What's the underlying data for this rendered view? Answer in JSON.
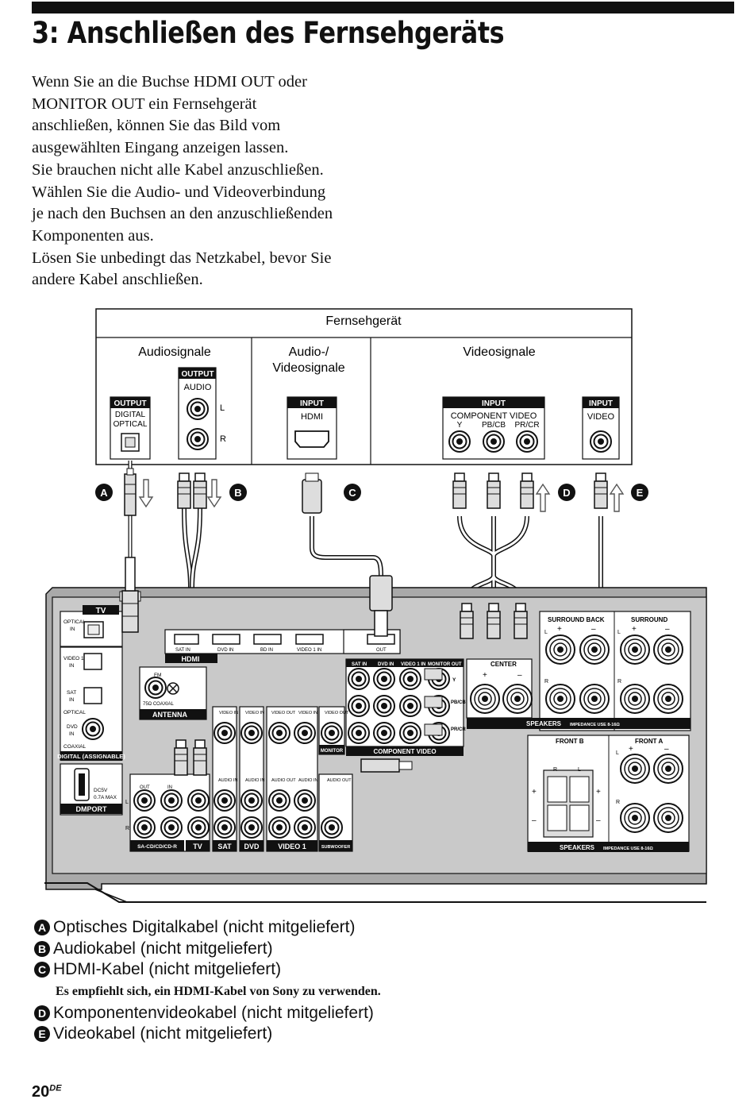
{
  "title": "3: Anschließen des Fernsehgeräts",
  "intro": [
    "Wenn Sie an die Buchse HDMI OUT oder",
    "MONITOR OUT ein Fernsehgerät",
    "anschließen, können Sie das Bild vom",
    "ausgewählten Eingang anzeigen lassen.",
    "Sie brauchen nicht alle Kabel anzuschließen.",
    "Wählen Sie die Audio- und Videoverbindung",
    "je nach den Buchsen an den anzuschließenden",
    "Komponenten aus.",
    "Lösen Sie unbedingt das Netzkabel, bevor Sie",
    "andere Kabel anschließen."
  ],
  "tv_box": {
    "header": "Fernsehgerät",
    "col_audio": "Audiosignale",
    "col_av_1": "Audio-/",
    "col_av_2": "Videosignale",
    "col_video": "Videosignale",
    "output": "OUTPUT",
    "digital": "DIGITAL",
    "optical": "OPTICAL",
    "audio": "AUDIO",
    "input": "INPUT",
    "hdmi": "HDMI",
    "component_video": "COMPONENT VIDEO",
    "y": "Y",
    "pb": "PB/CB",
    "pr": "PR/CR",
    "video": "VIDEO",
    "l": "L",
    "r": "R"
  },
  "cable_badges": [
    "A",
    "B",
    "C",
    "D",
    "E"
  ],
  "receiver": {
    "tv_label": "TV",
    "optical_in": "OPTICAL",
    "in": "IN",
    "video1_in": "VIDEO 1",
    "sat_in": "SAT",
    "optical": "OPTICAL",
    "dvd_in": "DVD",
    "coaxial": "COAXIAL",
    "digital_assignable": "DIGITAL (ASSIGNABLE)",
    "dmport": "DMPORT",
    "dc": "DC5V",
    "dc_max": "0.7A MAX",
    "hdmi": "HDMI",
    "hdmi_sat": "SAT IN",
    "hdmi_dvd": "DVD IN",
    "hdmi_bd": "BD IN",
    "hdmi_video1": "VIDEO 1 IN",
    "hdmi_out": "OUT",
    "fm": "FM",
    "coax75": "75Ω COAXIAL",
    "antenna": "ANTENNA",
    "comp_sat": "SAT IN",
    "comp_dvd": "DVD IN",
    "comp_video1": "VIDEO 1 IN",
    "comp_monitor": "MONITOR OUT",
    "comp_y": "Y",
    "comp_pb": "PB/CB",
    "comp_pr": "PR/CR",
    "component_video": "COMPONENT VIDEO",
    "video_in": "VIDEO IN",
    "video_out": "VIDEO OUT",
    "audio_in": "AUDIO IN",
    "audio_out": "AUDIO OUT",
    "monitor": "MONITOR",
    "out": "OUT",
    "in_label": "IN",
    "sacd": "SA-CD/CD/CD-R",
    "tv": "TV",
    "sat": "SAT",
    "dvd": "DVD",
    "video1": "VIDEO 1",
    "subwoofer": "SUBWOOFER",
    "surround_back": "SURROUND BACK",
    "surround": "SURROUND",
    "center": "CENTER",
    "front_b": "FRONT B",
    "front_a": "FRONT A",
    "speakers": "SPEAKERS",
    "impedance": "IMPEDANCE USE 8-16Ω",
    "plus": "+",
    "minus": "–",
    "l": "L",
    "r": "R"
  },
  "legend": [
    {
      "badge": "A",
      "text": "Optisches Digitalkabel (nicht mitgeliefert)"
    },
    {
      "badge": "B",
      "text": "Audiokabel (nicht mitgeliefert)"
    },
    {
      "badge": "C",
      "text": "HDMI-Kabel (nicht mitgeliefert)"
    },
    {
      "badge": "D",
      "text": "Komponentenvideokabel (nicht mitgeliefert)"
    },
    {
      "badge": "E",
      "text": "Videokabel (nicht mitgeliefert)"
    }
  ],
  "legend_note": "Es empfiehlt sich, ein HDMI-Kabel von Sony zu verwenden.",
  "page_number": "20",
  "page_suffix": "DE"
}
